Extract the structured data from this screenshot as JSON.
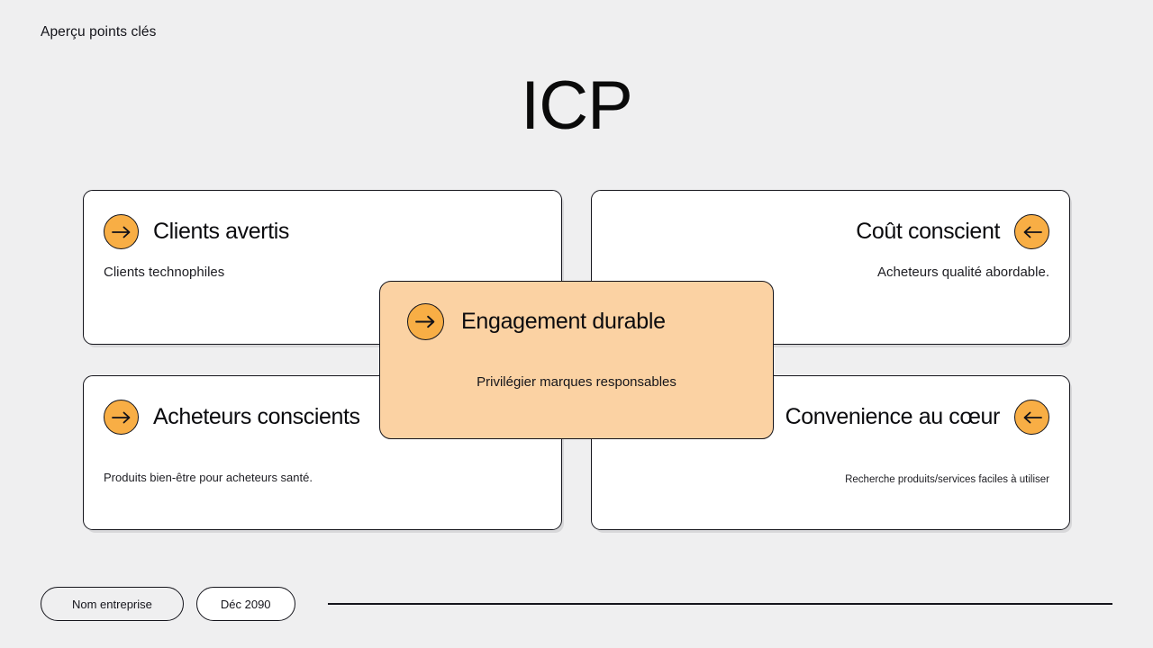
{
  "header": {
    "eyebrow": "Aperçu points clés",
    "title": "ICP"
  },
  "cards": [
    {
      "title": "Clients avertis",
      "subtitle": "Clients technophiles",
      "icon": "arrow-right-icon",
      "align": "left",
      "accent": "#F8AE45"
    },
    {
      "title": "Coût conscient",
      "subtitle": "Acheteurs qualité abordable.",
      "icon": "arrow-left-icon",
      "align": "right",
      "accent": "#F8AE45"
    },
    {
      "title": "Acheteurs conscients",
      "subtitle": "Produits bien-être pour acheteurs santé.",
      "icon": "arrow-right-icon",
      "align": "left",
      "accent": "#F8AE45"
    },
    {
      "title": "Convenience au cœur",
      "subtitle": "Recherche produits/services faciles à utiliser",
      "icon": "arrow-left-icon",
      "align": "right",
      "accent": "#F8AE45"
    }
  ],
  "overlay": {
    "title": "Engagement durable",
    "subtitle": "Privilégier marques responsables",
    "icon": "arrow-right-icon",
    "background": "#FBD2A3",
    "accent": "#F8AE45"
  },
  "footer": {
    "company_label": "Nom entreprise",
    "date_label": "Déc 2090"
  },
  "theme": {
    "page_background": "#EFEFF0",
    "card_background": "#FFFFFF",
    "ink": "#15151C",
    "accent": "#F8AE45",
    "overlay_background": "#FBD2A3"
  }
}
